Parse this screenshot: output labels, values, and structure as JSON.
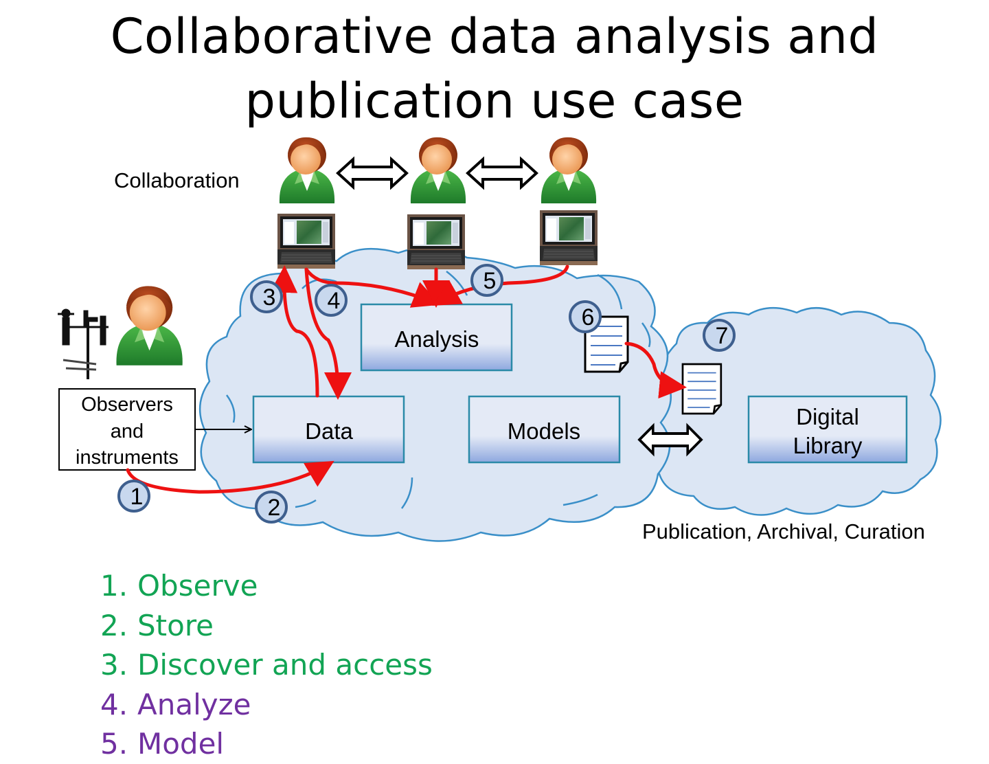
{
  "title_line1": "Collaborative data analysis and",
  "title_line2": "publication use case",
  "labels": {
    "collaboration": "Collaboration",
    "analysis": "Analysis",
    "data": "Data",
    "models": "Models",
    "digital_library_1": "Digital",
    "digital_library_2": "Library",
    "observers_1": "Observers",
    "observers_2": "and",
    "observers_3": "instruments",
    "publication": "Publication, Archival, Curation"
  },
  "markers": [
    "1",
    "2",
    "3",
    "4",
    "5",
    "6",
    "7"
  ],
  "steps": [
    {
      "num": "1.",
      "text": "Observe",
      "color": "#12a454"
    },
    {
      "num": "2.",
      "text": "Store",
      "color": "#12a454"
    },
    {
      "num": "3.",
      "text": "Discover and access",
      "color": "#12a454"
    },
    {
      "num": "4.",
      "text": "Analyze",
      "color": "#7030a0"
    },
    {
      "num": "5.",
      "text": "Model",
      "color": "#7030a0"
    }
  ],
  "colors": {
    "cloud_fill": "#dce6f4",
    "cloud_stroke": "#3a8fc8",
    "box_stroke": "#2a8aa8",
    "red_arrow": "#ee1111",
    "marker_fill": "#c8d8ee",
    "marker_stroke": "#3e5f8e",
    "done_step": "#12a454",
    "todo_step": "#7030a0"
  },
  "icons": [
    "person-icon",
    "laptop-icon",
    "anemometer-icon",
    "document-icon",
    "double-arrow-icon"
  ]
}
